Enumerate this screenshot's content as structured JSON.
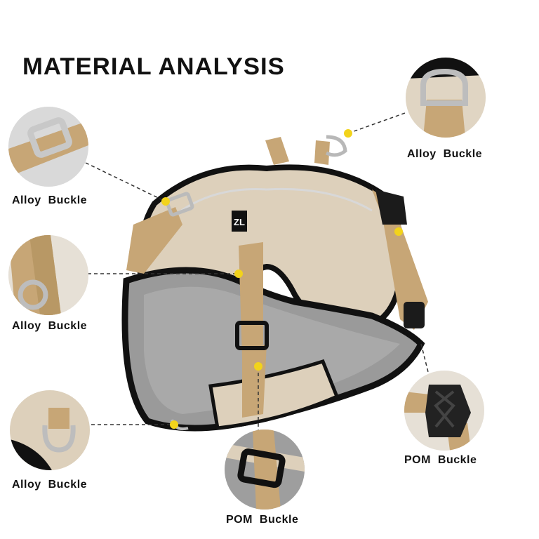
{
  "header": {
    "title": "MATERIAL ANALYSIS"
  },
  "callouts": [
    {
      "label": "Alloy Buckle",
      "icon": "alloy-slide-buckle"
    },
    {
      "label": "Alloy Buckle",
      "icon": "alloy-d-ring"
    },
    {
      "label": "Alloy Buckle",
      "icon": "alloy-ring"
    },
    {
      "label": "Alloy Buckle",
      "icon": "alloy-d-ring"
    },
    {
      "label": "POM Buckle",
      "icon": "pom-side-release-buckle"
    },
    {
      "label": "POM Buckle",
      "icon": "pom-ladder-buckle"
    }
  ],
  "product": {
    "logo_text": "ZL",
    "colors": {
      "strap": "#c7a676",
      "body": "#ddd0bb",
      "mesh": "#9a9a9a",
      "trim": "#111111"
    }
  },
  "colors": {
    "marker": "#f2d31b",
    "leader_line": "#333333"
  }
}
